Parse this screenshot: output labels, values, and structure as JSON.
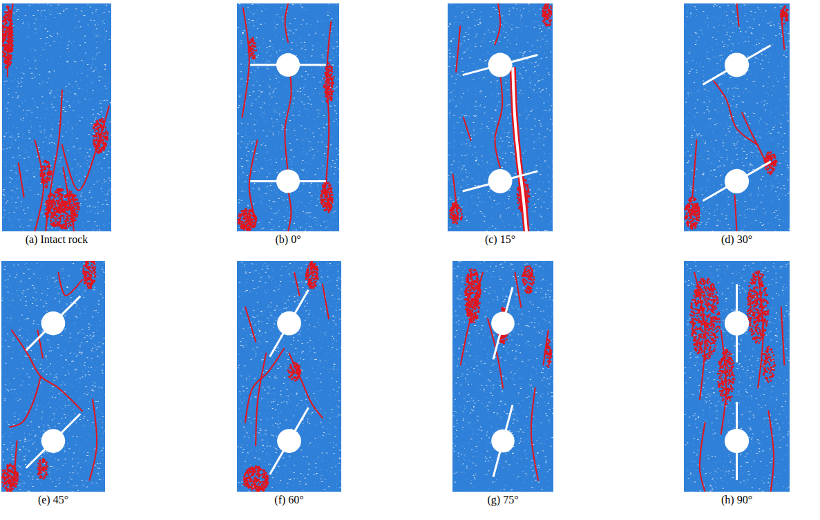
{
  "diagram": {
    "labels": [
      "(a) Intact rock",
      "(b) 0°",
      "(c) 15°",
      "(d) 30°",
      "(e) 45°",
      "(f) 60°",
      "(g) 75°",
      "(h) 90°"
    ]
  }
}
